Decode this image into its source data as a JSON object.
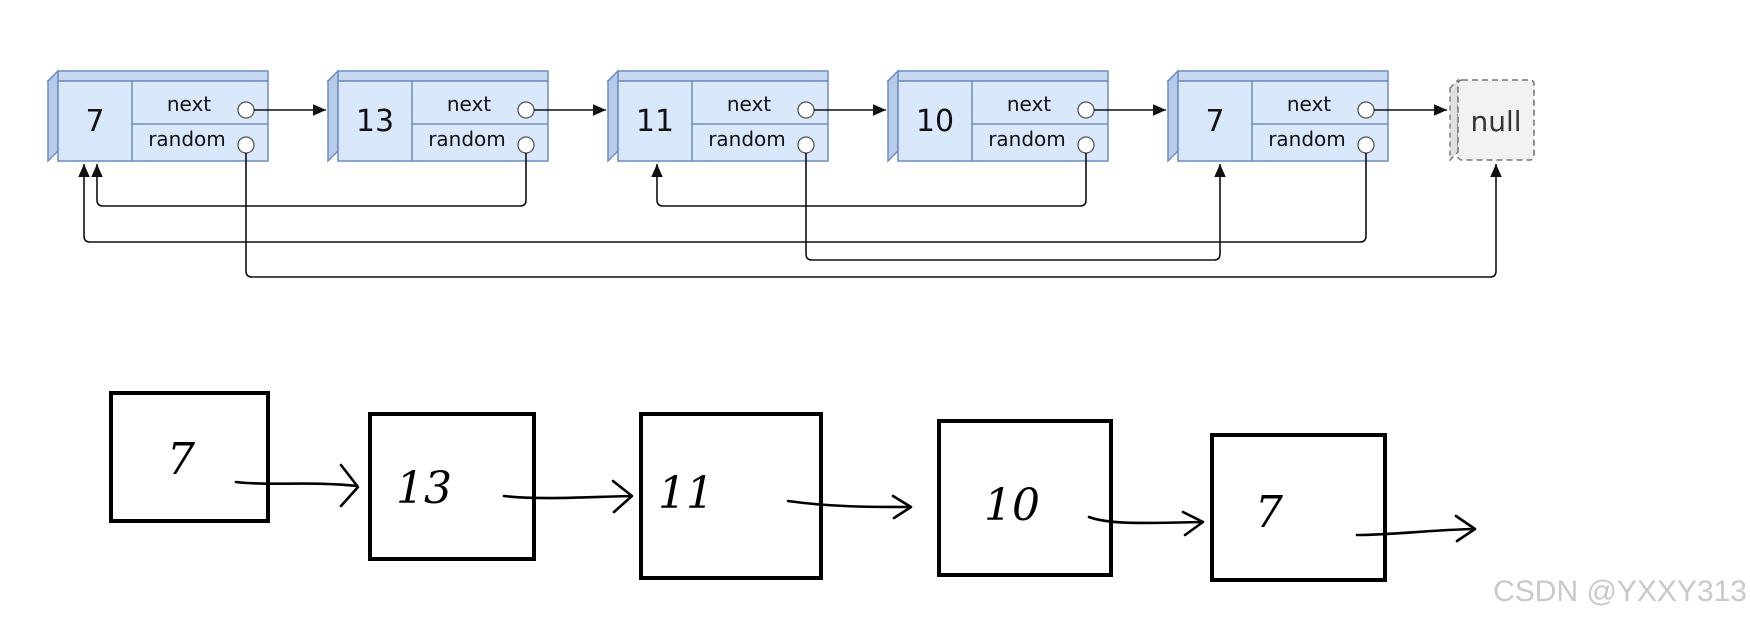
{
  "typed_list": {
    "nodes": [
      {
        "value": "7",
        "next_label": "next",
        "random_label": "random"
      },
      {
        "value": "13",
        "next_label": "next",
        "random_label": "random"
      },
      {
        "value": "11",
        "next_label": "next",
        "random_label": "random"
      },
      {
        "value": "10",
        "next_label": "next",
        "random_label": "random"
      },
      {
        "value": "7",
        "next_label": "next",
        "random_label": "random"
      }
    ],
    "null_label": "null"
  },
  "sketch_list": {
    "nodes": [
      "7",
      "13",
      "11",
      "10",
      "7"
    ]
  },
  "watermark": "CSDN @YXXY313"
}
